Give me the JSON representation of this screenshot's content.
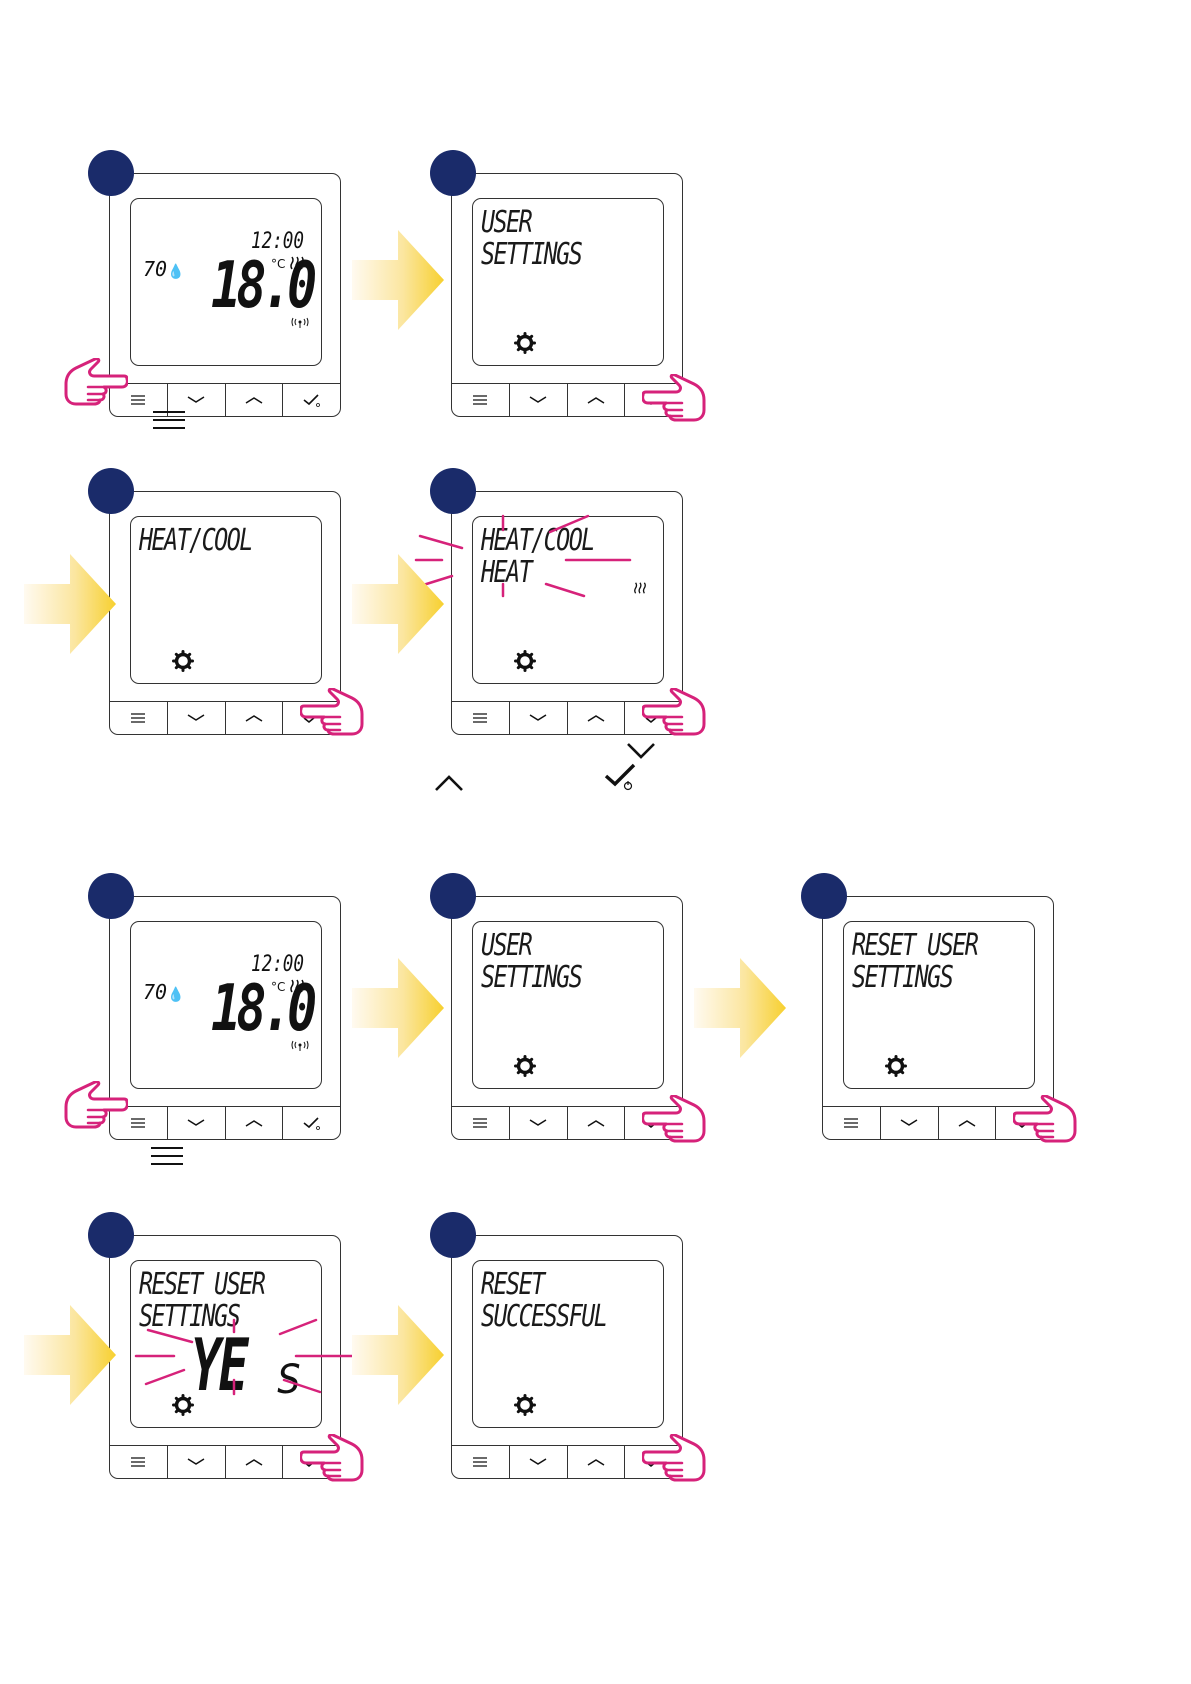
{
  "colors": {
    "badge": "#1a2b6a",
    "hand": "#d6227a",
    "flash": "#d6227a",
    "arrow_start": "#fff9e3",
    "arrow_end": "#f7d23a",
    "outline": "#333333"
  },
  "home": {
    "time": "12:00",
    "temperature": "18.0",
    "unit": "°C",
    "humidity": "70"
  },
  "screens": {
    "user_settings": [
      "USER",
      "SETTINGS"
    ],
    "heat_cool": [
      "HEAT/COOL"
    ],
    "heat_cool_select": [
      "HEAT/COOL",
      "HEAT"
    ],
    "reset_user_settings": [
      "RESET USER",
      "SETTINGS"
    ],
    "reset_yes": [
      "RESET USER",
      "SETTINGS"
    ],
    "yes_big": "YE",
    "yes_small": "S",
    "reset_successful": [
      "RESET",
      "SUCCESSFUL"
    ]
  },
  "buttons": [
    "menu-icon",
    "chevron-down-icon",
    "chevron-up-icon",
    "check-icon"
  ],
  "legend_icons": [
    "menu-icon",
    "chevron-up-icon",
    "chevron-down-icon",
    "check-power-icon",
    "menu-icon"
  ]
}
